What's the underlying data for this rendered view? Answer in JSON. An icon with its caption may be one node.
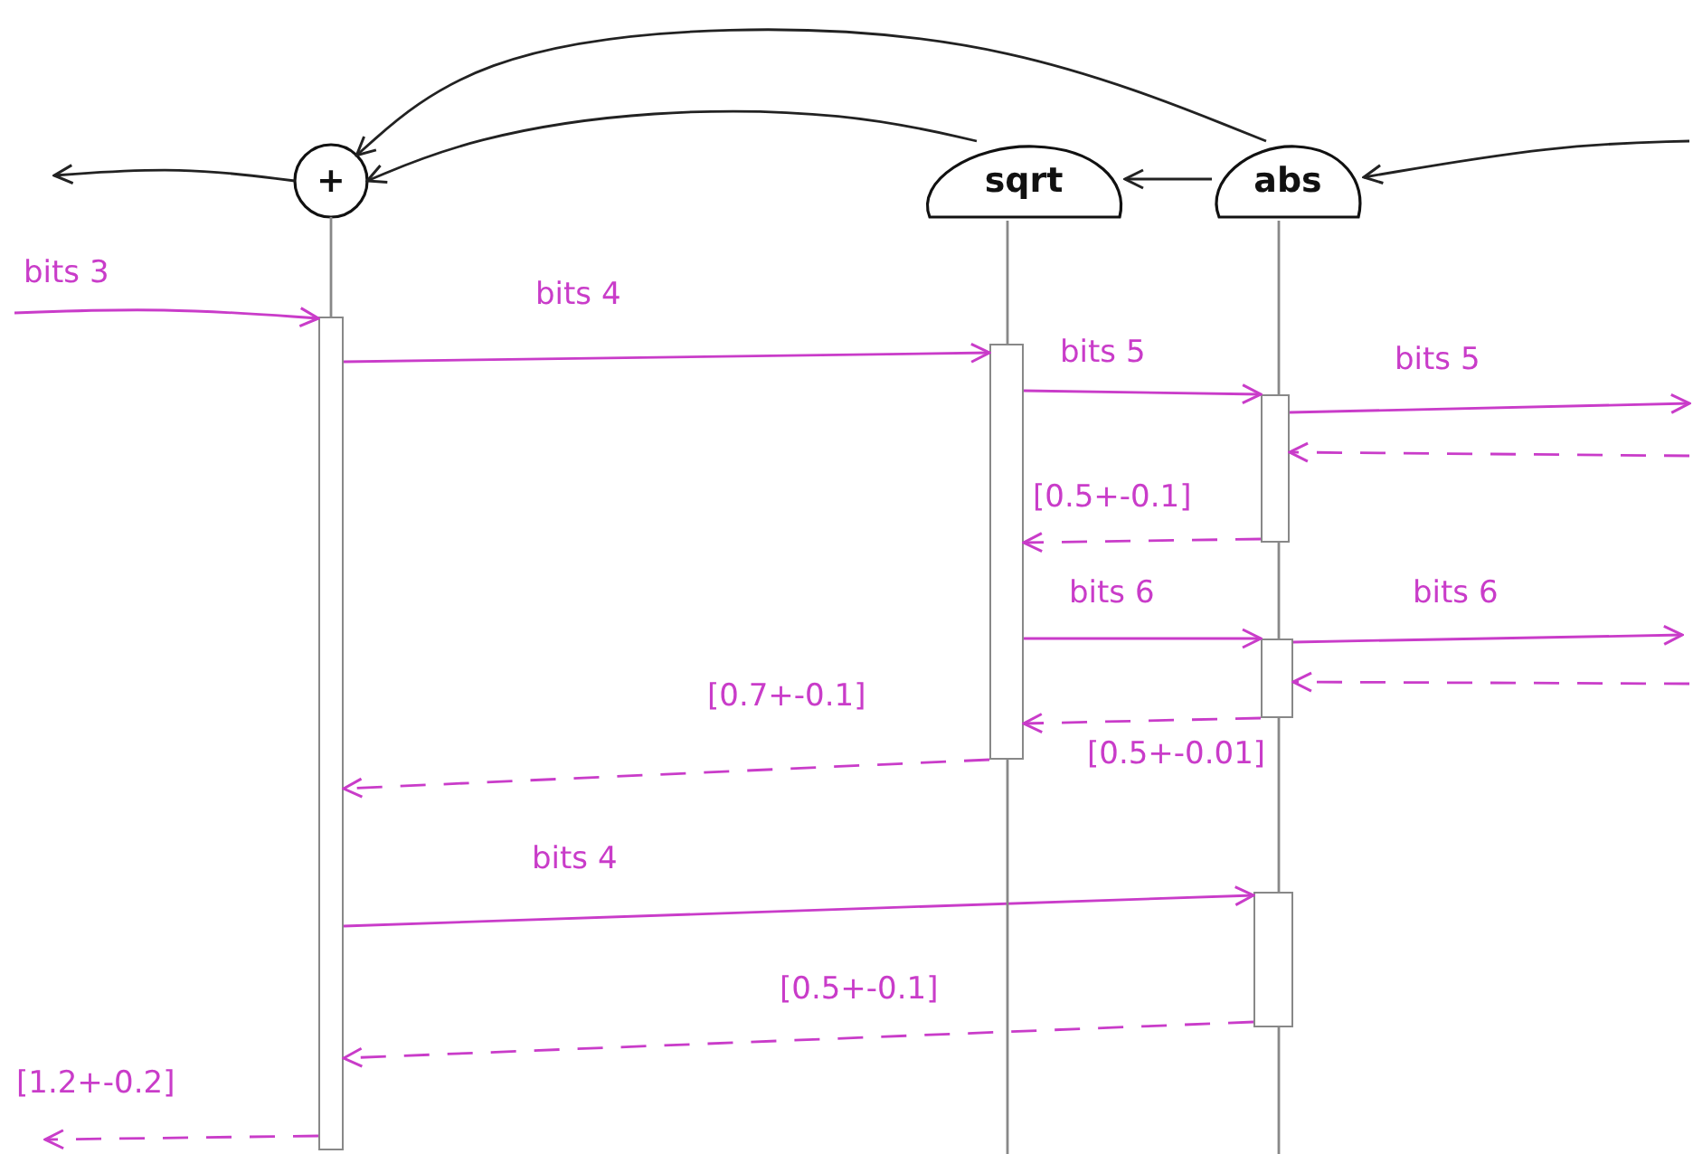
{
  "diagram": {
    "nodes": [
      {
        "text": [
          "+"
        ]
      },
      {
        "text": [
          "sqrt"
        ]
      },
      {
        "text": [
          "abs"
        ]
      },
      {
        "text": [],
        "shape": "bar"
      },
      {
        "text": [],
        "shape": "bar"
      },
      {
        "text": [],
        "shape": "bar"
      },
      {
        "text": [],
        "shape": "bar"
      },
      {
        "text": [],
        "shape": "bar"
      }
    ],
    "edges": [
      {
        "from": 2,
        "to": 0,
        "arrow": "to",
        "color": "#222222"
      },
      {
        "from": 1,
        "to": 0,
        "arrow": "to",
        "color": "#222222"
      },
      {
        "from": 2,
        "to": 1,
        "arrow": "to",
        "color": "#222222"
      },
      {
        "from": 0,
        "to": null,
        "arrow": "to",
        "color": "#222222"
      },
      {
        "from": null,
        "to": 2,
        "arrow": "to",
        "color": "#222222"
      },
      {
        "from": null,
        "to": 3,
        "arrow": "to",
        "label": "bits 3"
      },
      {
        "from": 3,
        "to": 4,
        "arrow": "to",
        "label": "bits 4"
      },
      {
        "from": 4,
        "to": 5,
        "arrow": "to",
        "label": "bits 5"
      },
      {
        "from": 5,
        "to": null,
        "arrow": "to",
        "label": "bits 5"
      },
      {
        "from": null,
        "to": 5,
        "arrow": "to",
        "style": "dashed"
      },
      {
        "from": 5,
        "to": 4,
        "arrow": "to",
        "style": "dashed",
        "label": "[0.5+-0.1]"
      },
      {
        "from": 4,
        "to": 6,
        "arrow": "to",
        "label": "bits 6"
      },
      {
        "from": 6,
        "to": null,
        "arrow": "to",
        "label": "bits 6"
      },
      {
        "from": null,
        "to": 6,
        "arrow": "to",
        "style": "dashed"
      },
      {
        "from": 6,
        "to": 4,
        "arrow": "to",
        "style": "dashed",
        "label": "[0.5+-0.01]"
      },
      {
        "from": 4,
        "to": 3,
        "arrow": "to",
        "style": "dashed",
        "label": "[0.7+-0.1]"
      },
      {
        "from": 3,
        "to": 7,
        "arrow": "to",
        "label": "bits 4"
      },
      {
        "from": 7,
        "to": 3,
        "arrow": "to",
        "style": "dashed",
        "label": "[0.5+-0.1]"
      },
      {
        "from": 3,
        "to": null,
        "arrow": "to",
        "style": "dashed",
        "label": "[1.2+-0.2]"
      },
      {
        "from": 0,
        "to": 3,
        "arrow": "none",
        "color": "#888888"
      },
      {
        "from": 1,
        "to": 4,
        "arrow": "none",
        "color": "#888888"
      },
      {
        "from": 4,
        "to": null,
        "arrow": "none",
        "color": "#888888"
      },
      {
        "from": 2,
        "to": 5,
        "arrow": "none",
        "color": "#888888"
      },
      {
        "from": 5,
        "to": 6,
        "arrow": "none",
        "color": "#888888"
      },
      {
        "from": 6,
        "to": 7,
        "arrow": "none",
        "color": "#888888"
      },
      {
        "from": 7,
        "to": null,
        "arrow": "none",
        "color": "#888888"
      }
    ]
  }
}
